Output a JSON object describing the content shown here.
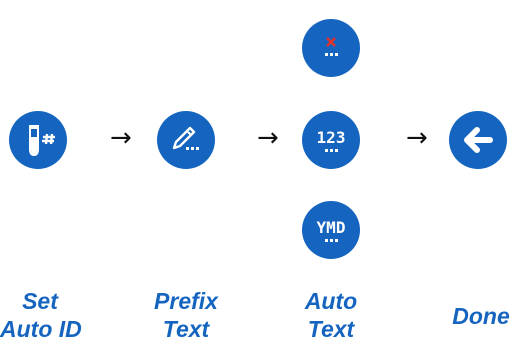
{
  "colors": {
    "accent": "#1565c0",
    "label": "#1565c0",
    "cancel_x": "#e0322d",
    "icon_white": "#ffffff"
  },
  "steps": [
    {
      "icon": "test-tube-hash-icon",
      "label_line1": "Set",
      "label_line2": "Auto ID"
    },
    {
      "icon": "pencil-dots-icon",
      "label_line1": "Prefix",
      "label_line2": "Text"
    },
    {
      "label_line1": "Auto",
      "label_line2": "Text"
    },
    {
      "icon": "arrow-left-icon",
      "label_line1": "Done"
    }
  ],
  "auto_text_options": [
    {
      "icon": "cancel-x-icon"
    },
    {
      "text": "123"
    },
    {
      "text": "YMD"
    }
  ],
  "arrows": [
    "→",
    "→",
    "→"
  ]
}
